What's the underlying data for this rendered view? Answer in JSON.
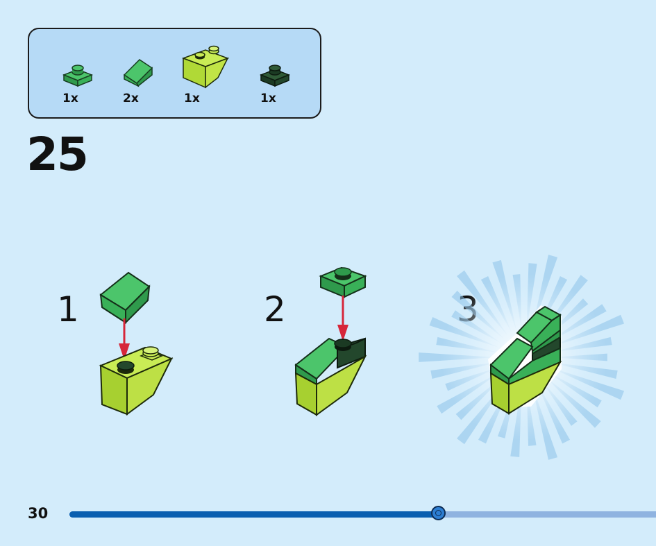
{
  "parts_list": {
    "items": [
      {
        "qty": "1x",
        "icon": "green-plate-1x1-icon",
        "color": "#36b35a"
      },
      {
        "qty": "2x",
        "icon": "green-slope-icon",
        "color": "#36b35a"
      },
      {
        "qty": "1x",
        "icon": "lime-inverted-slope-icon",
        "color": "#b7e23a"
      },
      {
        "qty": "1x",
        "icon": "dark-green-plate-1x1-icon",
        "color": "#23472c"
      }
    ]
  },
  "step": {
    "number": "25"
  },
  "substeps": [
    {
      "label": "1"
    },
    {
      "label": "2"
    },
    {
      "label": "3"
    }
  ],
  "footer": {
    "page_number": "30",
    "progress_fraction": 0.63
  },
  "colors": {
    "background": "#d3ecfb",
    "panel": "#b6daf6",
    "green": "#36b35a",
    "lime": "#b7e23a",
    "dark_green": "#23472c",
    "arrow": "#d6263a",
    "progress_fill": "#0a5fb0",
    "progress_track": "#8fb3e0"
  }
}
